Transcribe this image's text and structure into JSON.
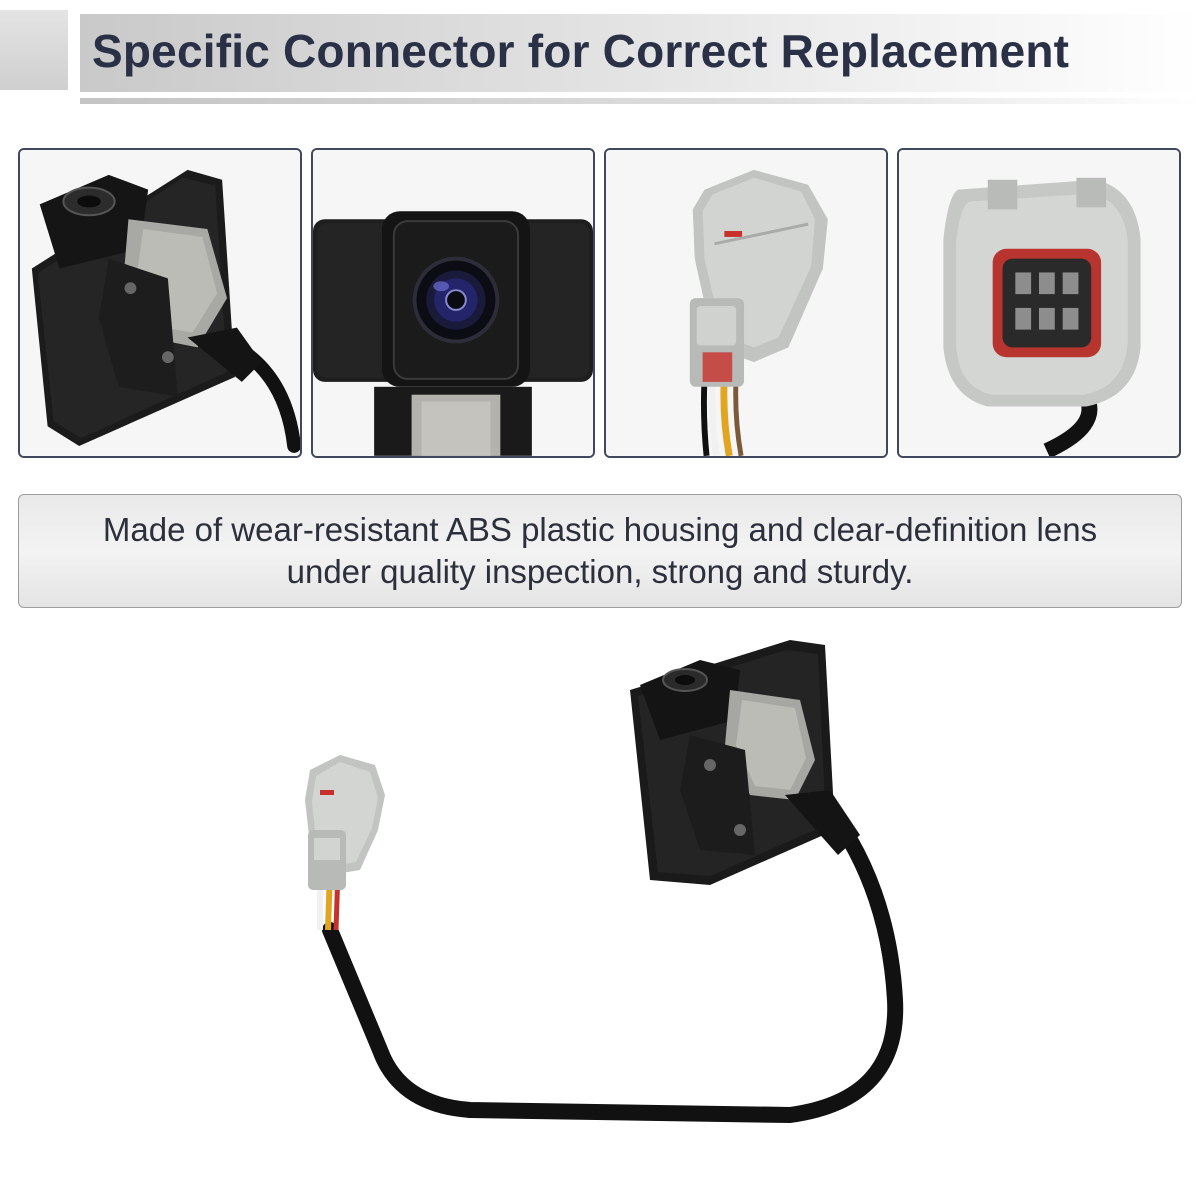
{
  "header": {
    "title": "Specific Connector for Correct Replacement"
  },
  "description": {
    "line1": "Made of wear-resistant ABS plastic housing and clear-definition lens",
    "line2": "under quality inspection, strong and sturdy."
  },
  "thumbnails": [
    {
      "icon": "camera-side-view-icon"
    },
    {
      "icon": "camera-lens-front-icon"
    },
    {
      "icon": "connector-side-icon"
    },
    {
      "icon": "connector-pins-icon"
    }
  ],
  "colors": {
    "title_text": "#2a3146",
    "thumb_border": "#40485e",
    "camera_body": "#1a1a1a",
    "connector_gray": "#c9cbc9",
    "wire_yellow": "#e2a521",
    "wire_red": "#c8312b",
    "seal_red": "#b8352f"
  }
}
